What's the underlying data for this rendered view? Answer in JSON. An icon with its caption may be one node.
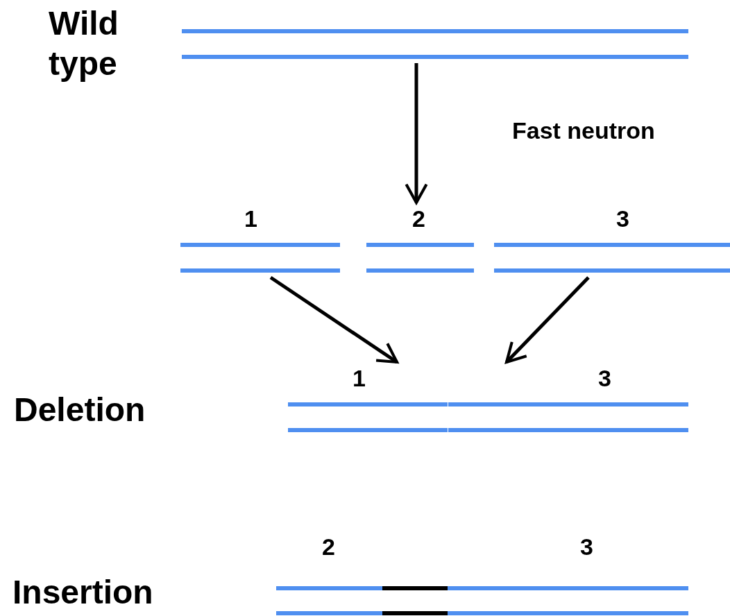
{
  "diagram": {
    "nodes": [
      {
        "text": [],
        "shape": "bar"
      },
      {
        "text": [
          "1"
        ]
      },
      {
        "text": [
          "2"
        ]
      },
      {
        "text": [
          "3"
        ]
      },
      {
        "text": [
          "1",
          "3"
        ]
      },
      {
        "text": [
          "2",
          "3"
        ]
      }
    ],
    "edges": [
      {
        "from": 0,
        "to": 2,
        "arrow": "to",
        "label": "Fast neutron"
      },
      {
        "from": 1,
        "to": 4,
        "arrow": "to"
      },
      {
        "from": 3,
        "to": 4,
        "arrow": "to"
      }
    ],
    "labels": [
      "Wild type",
      "Deletion",
      "Insertion"
    ]
  }
}
